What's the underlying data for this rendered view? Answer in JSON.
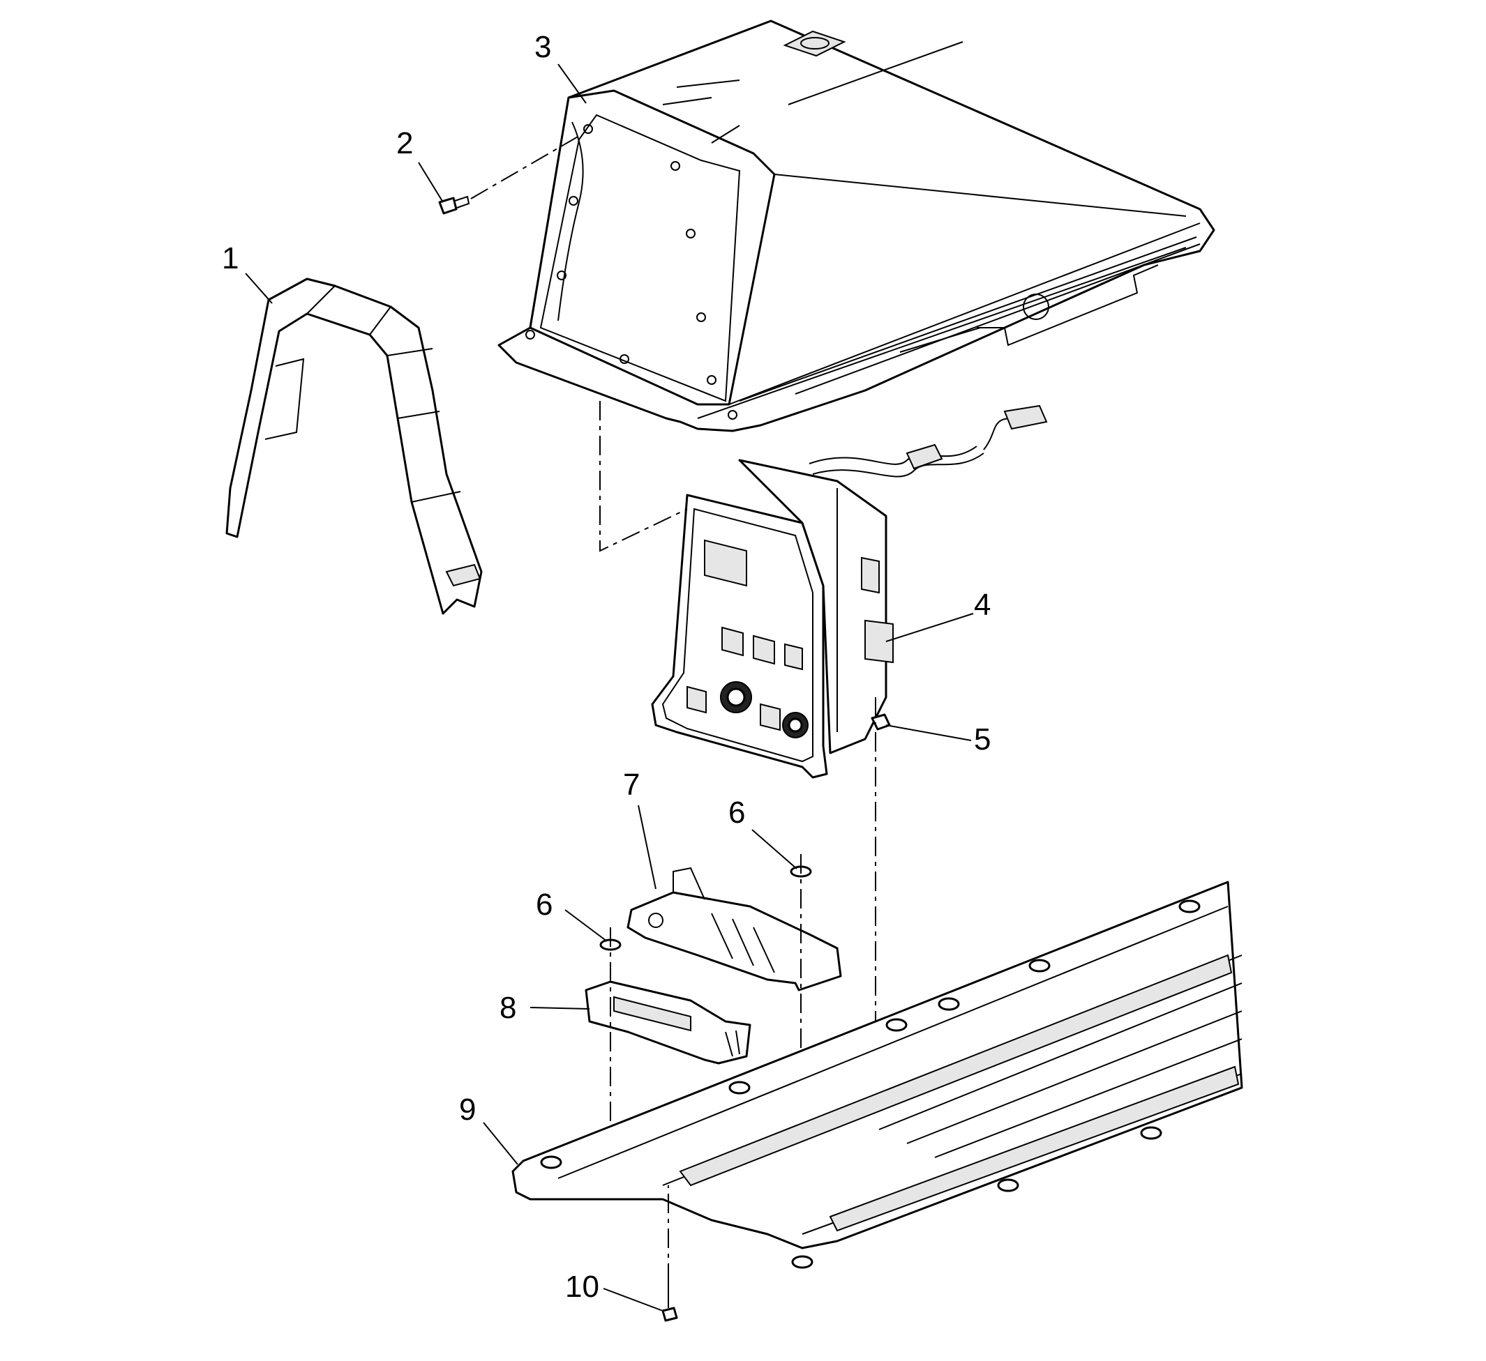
{
  "callouts": [
    {
      "id": 1,
      "text": "1"
    },
    {
      "id": 2,
      "text": "2"
    },
    {
      "id": 3,
      "text": "3"
    },
    {
      "id": 4,
      "text": "4"
    },
    {
      "id": 5,
      "text": "5"
    },
    {
      "id": 6,
      "text": "6"
    },
    {
      "id": 7,
      "text": "6"
    },
    {
      "id": 8,
      "text": "7"
    },
    {
      "id": 9,
      "text": "8"
    },
    {
      "id": 10,
      "text": "9"
    },
    {
      "id": 11,
      "text": "10"
    }
  ],
  "colors": {
    "line": "#000000",
    "background": "#ffffff",
    "shade": "#e6e6e6"
  }
}
